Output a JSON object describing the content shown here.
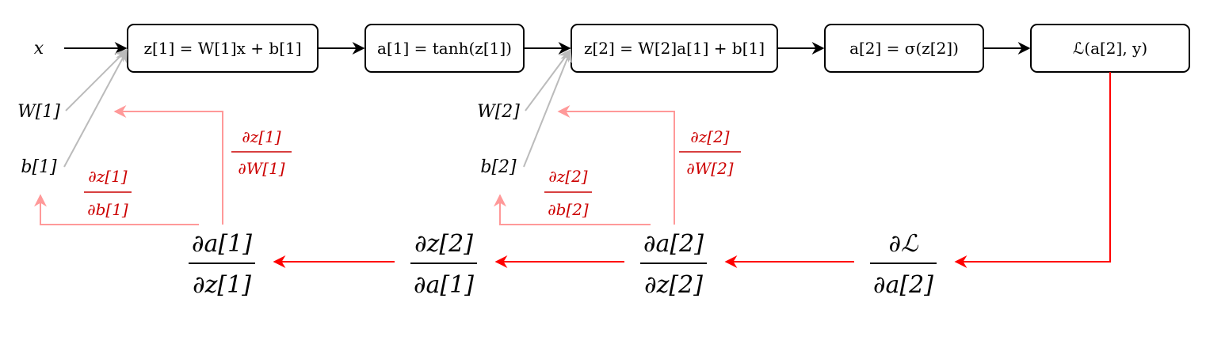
{
  "colors": {
    "forward": "#000000",
    "backward": "#ff0000",
    "param_edge": "#bbbbbb",
    "param_grad": "#ff9999",
    "grad_text": "#cc0000"
  },
  "forward_nodes": [
    {
      "id": "z1",
      "label": "z[1] = W[1]x + b[1]"
    },
    {
      "id": "a1",
      "label": "a[1] = tanh(z[1])"
    },
    {
      "id": "z2",
      "label": "z[2] = W[2]a[1] + b[1]"
    },
    {
      "id": "a2",
      "label": "a[2] = σ(z[2])"
    },
    {
      "id": "loss",
      "label": "ℒ(a[2], y)"
    }
  ],
  "inputs": {
    "x": "x",
    "W1": "W[1]",
    "b1": "b[1]",
    "W2": "W[2]",
    "b2": "b[2]"
  },
  "param_gradients": {
    "dz1_dW1": {
      "num": "∂z[1]",
      "den": "∂W[1]"
    },
    "dz1_db1": {
      "num": "∂z[1]",
      "den": "∂b[1]"
    },
    "dz2_dW2": {
      "num": "∂z[2]",
      "den": "∂W[2]"
    },
    "dz2_db2": {
      "num": "∂z[2]",
      "den": "∂b[2]"
    }
  },
  "chain_gradients": [
    {
      "id": "da1_dz1",
      "num": "∂a[1]",
      "den": "∂z[1]"
    },
    {
      "id": "dz2_da1",
      "num": "∂z[2]",
      "den": "∂a[1]"
    },
    {
      "id": "da2_dz2",
      "num": "∂a[2]",
      "den": "∂z[2]"
    },
    {
      "id": "dL_da2",
      "num": "∂ℒ",
      "den": "∂a[2]"
    }
  ]
}
